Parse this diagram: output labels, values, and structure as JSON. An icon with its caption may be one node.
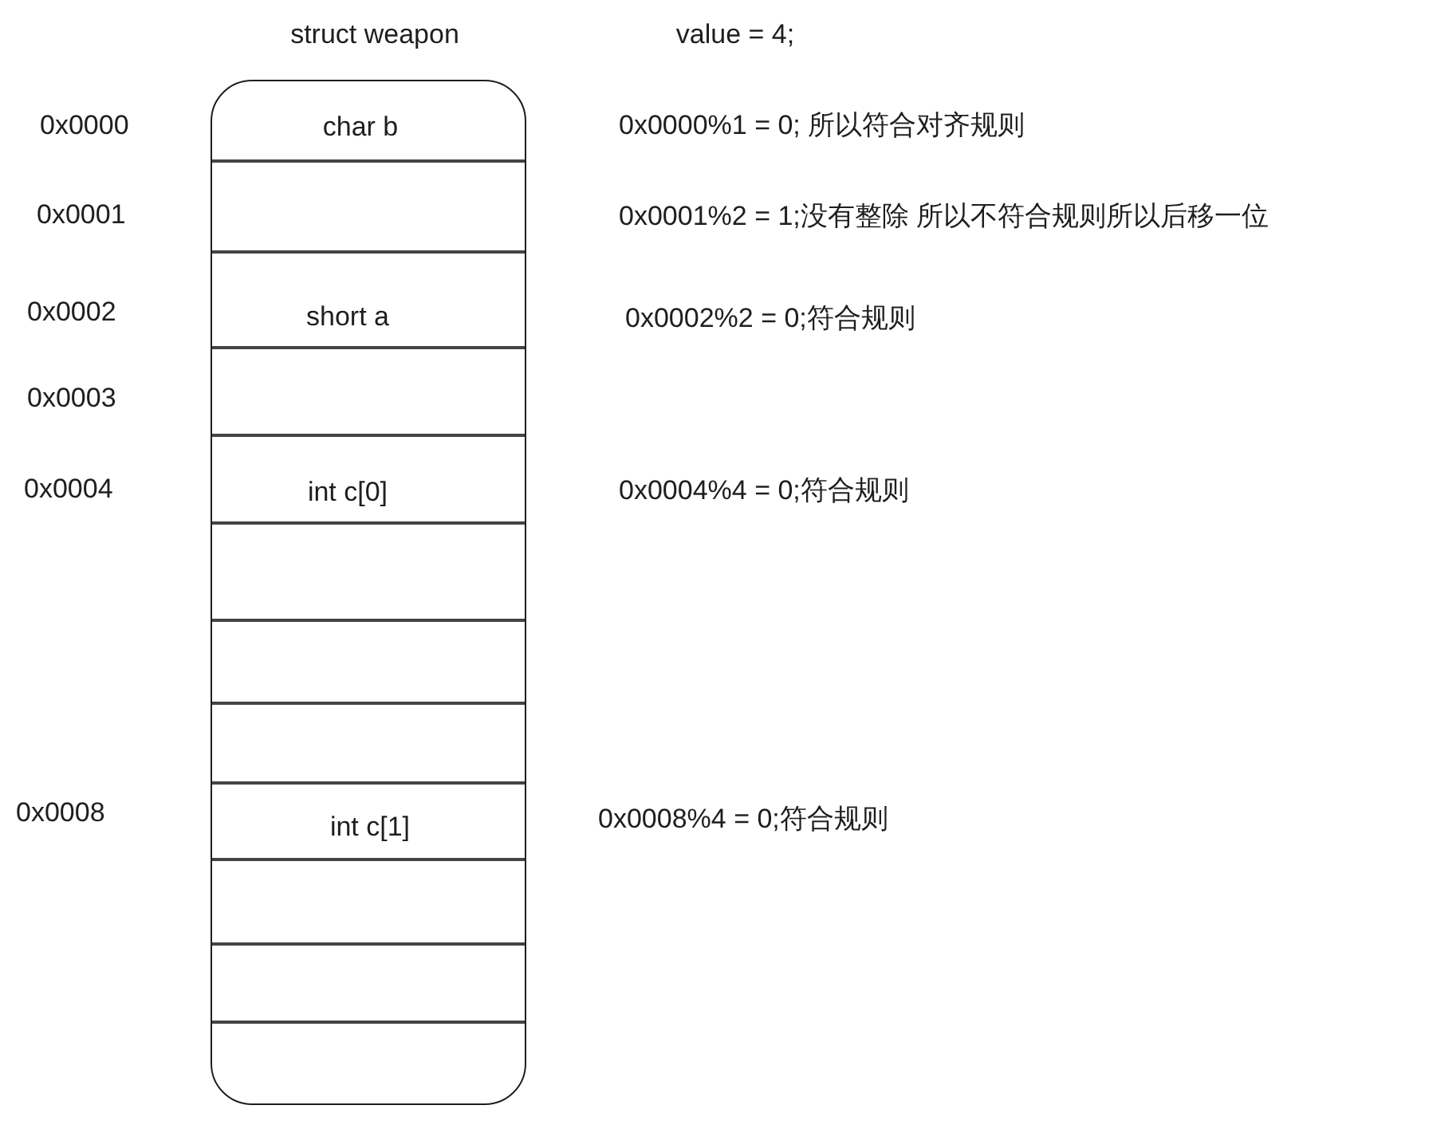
{
  "diagram": {
    "nodes": [
      {
        "text": [
          "struct weapon"
        ]
      },
      {
        "text": [
          "char b"
        ],
        "in": 0,
        "beside": [
          "0x0000",
          "0x0000%1 = 0; 所以符合对齐规则"
        ]
      },
      {
        "text": [],
        "shape": "box",
        "in": 0,
        "beside": [
          "0x0001",
          "0x0001%2 = 1;没有整除 所以不符合规则所以后移一位"
        ]
      },
      {
        "text": [
          "short a"
        ],
        "in": 0,
        "beside": [
          "0x0002",
          "0x0002%2 = 0;符合规则"
        ]
      },
      {
        "text": [],
        "shape": "box",
        "in": 0,
        "beside": [
          "0x0003"
        ]
      },
      {
        "text": [
          "int c[0]"
        ],
        "in": 0,
        "beside": [
          "0x0004",
          "0x0004%4 = 0;符合规则"
        ]
      },
      {
        "text": [],
        "shape": "box",
        "in": 0
      },
      {
        "text": [],
        "shape": "box",
        "in": 0
      },
      {
        "text": [],
        "shape": "box",
        "in": 0
      },
      {
        "text": [
          "int c[1]"
        ],
        "in": 0,
        "beside": [
          "0x0008",
          "0x0008%4 = 0;符合规则"
        ]
      },
      {
        "text": [],
        "shape": "box",
        "in": 0
      },
      {
        "text": [],
        "shape": "box",
        "in": 0
      },
      {
        "text": [],
        "shape": "box",
        "in": 0
      }
    ],
    "labels": [
      "value = 4;"
    ]
  }
}
